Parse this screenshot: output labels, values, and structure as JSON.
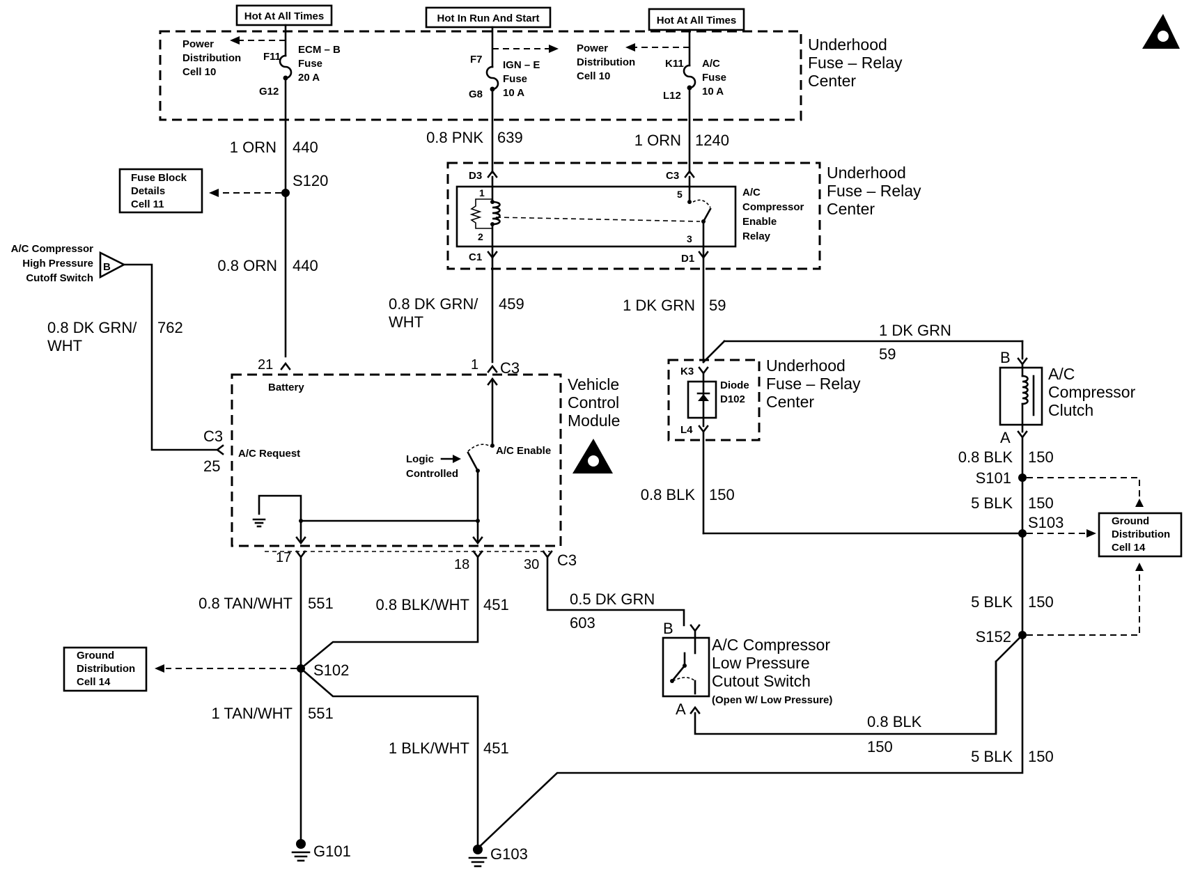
{
  "supplies": {
    "hot_all_times_left": "Hot At All Times",
    "hot_run_start": "Hot In Run And Start",
    "hot_all_times_right": "Hot At All Times"
  },
  "fuse_center": {
    "title": [
      "Underhood",
      "Fuse – Relay",
      "Center"
    ],
    "pdc_left": [
      "Power",
      "Distribution",
      "Cell 10"
    ],
    "pdc_right": [
      "Power",
      "Distribution",
      "Cell 10"
    ],
    "ecm_fuse": {
      "in_pin": "F11",
      "out_pin": "G12",
      "label": [
        "ECM – B",
        "Fuse",
        "20 A"
      ]
    },
    "ign_fuse": {
      "in_pin": "F7",
      "out_pin": "G8",
      "label": [
        "IGN – E",
        "Fuse",
        "10 A"
      ]
    },
    "ac_fuse": {
      "in_pin": "K11",
      "out_pin": "L12",
      "label": [
        "A/C",
        "Fuse",
        "10 A"
      ]
    }
  },
  "wires": {
    "w440_top": {
      "color": "1 ORN",
      "circuit": "440"
    },
    "w639": {
      "color": "0.8 PNK",
      "circuit": "639"
    },
    "w1240": {
      "color": "1 ORN",
      "circuit": "1240"
    },
    "w440_bot": {
      "color": "0.8 ORN",
      "circuit": "440"
    },
    "w459": {
      "color": [
        "0.8 DK GRN/",
        "WHT"
      ],
      "circuit": "459"
    },
    "w59": {
      "color": "1 DK GRN",
      "circuit": "59"
    },
    "w59_top": {
      "color": "1 DK GRN",
      "circuit": "59"
    },
    "w762": {
      "color": [
        "0.8 DK GRN/",
        "WHT"
      ],
      "circuit": "762"
    },
    "w150_diode": {
      "color": "0.8 BLK",
      "circuit": "150"
    },
    "w150_clutch": {
      "color": "0.8 BLK",
      "circuit": "150"
    },
    "w150_s101": {
      "color": "5 BLK",
      "circuit": "150"
    },
    "w150_s103": {
      "color": "5 BLK",
      "circuit": "150"
    },
    "w150_low": {
      "color": "0.8 BLK",
      "circuit": "150"
    },
    "w150_bottom": {
      "color": "5 BLK",
      "circuit": "150"
    },
    "w551_top": {
      "color": "0.8 TAN/WHT",
      "circuit": "551"
    },
    "w451_top": {
      "color": "0.8 BLK/WHT",
      "circuit": "451"
    },
    "w603": {
      "color": "0.5 DK GRN",
      "circuit": "603"
    },
    "w551_bot": {
      "color": "1 TAN/WHT",
      "circuit": "551"
    },
    "w451_bot": {
      "color": "1 BLK/WHT",
      "circuit": "451"
    }
  },
  "splices": {
    "s120": "S120",
    "s101": "S101",
    "s103": "S103",
    "s152": "S152",
    "s102": "S102"
  },
  "grounds": {
    "g101": "G101",
    "g103": "G103"
  },
  "refs": {
    "fuse_block": [
      "Fuse Block",
      "Details",
      "Cell 11"
    ],
    "ground_left": [
      "Ground",
      "Distribution",
      "Cell 14"
    ],
    "ground_right": [
      "Ground",
      "Distribution",
      "Cell 14"
    ]
  },
  "relay": {
    "title": [
      "Underhood",
      "Fuse – Relay",
      "Center"
    ],
    "label": [
      "A/C",
      "Compressor",
      "Enable",
      "Relay"
    ],
    "pins": {
      "d3": "D3",
      "c3": "C3",
      "c1": "C1",
      "d1": "D1",
      "p1": "1",
      "p2": "2",
      "p3": "3",
      "p5": "5"
    }
  },
  "diode": {
    "title": [
      "Underhood",
      "Fuse – Relay",
      "Center"
    ],
    "label": [
      "Diode",
      "D102"
    ],
    "pins": {
      "k3": "K3",
      "l4": "L4"
    }
  },
  "clutch": {
    "label": [
      "A/C",
      "Compressor",
      "Clutch"
    ],
    "pin_b": "B",
    "pin_a": "A"
  },
  "high_switch": {
    "label": [
      "A/C Compressor",
      "High Pressure",
      "Cutoff Switch"
    ],
    "pin": "B"
  },
  "low_switch": {
    "label": [
      "A/C Compressor",
      "Low Pressure",
      "Cutout Switch"
    ],
    "note": "(Open W/ Low Pressure)",
    "pin_b": "B",
    "pin_a": "A"
  },
  "vcm": {
    "title": [
      "Vehicle",
      "Control",
      "Module"
    ],
    "battery": "Battery",
    "ac_request": "A/C Request",
    "ac_enable": "A/C Enable",
    "logic": [
      "Logic",
      "Controlled"
    ],
    "connector": "C3",
    "pins": {
      "p21": "21",
      "p1": "1",
      "p25": "25",
      "p17": "17",
      "p18": "18",
      "p30": "30"
    }
  }
}
